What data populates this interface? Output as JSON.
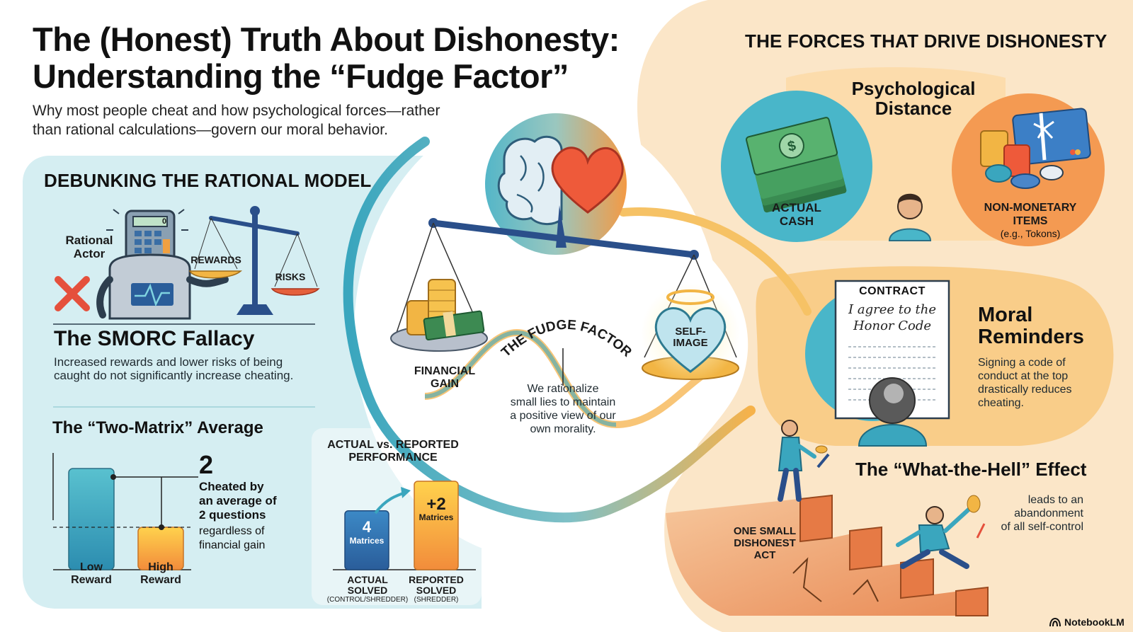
{
  "header": {
    "title_line1": "The (Honest) Truth About Dishonesty:",
    "title_line2": "Understanding the “Fudge Factor”",
    "subtitle_line1": "Why most people cheat and how psychological forces—rather",
    "subtitle_line2": "than rational calculations—govern our moral behavior."
  },
  "rational": {
    "section_title": "DEBUNKING THE RATIONAL MODEL",
    "actor_line1": "Rational",
    "actor_line2": "Actor",
    "calculator_display": "0",
    "rewards_label": "REWARDS",
    "risks_label": "RISKS",
    "fallacy_title": "The SMORC Fallacy",
    "fallacy_line1": "Increased rewards and lower risks of being",
    "fallacy_line2": "caught do not significantly increase cheating."
  },
  "two_matrix": {
    "title": "The “Two-Matrix” Average",
    "big_number": "2",
    "desc_bold1": "Cheated by",
    "desc_bold2": "an average of",
    "desc_bold3": "2 questions",
    "desc_line4": "regardless of",
    "desc_line5": "financial gain",
    "bar1_line1": "Low",
    "bar1_line2": "Reward",
    "bar2_line1": "High",
    "bar2_line2": "Reward"
  },
  "performance": {
    "title_line1": "ACTUAL vs. REPORTED",
    "title_line2": "PERFORMANCE",
    "actual_value": "4",
    "actual_unit": "Matrices",
    "reported_value": "+2",
    "reported_unit": "Matrices",
    "actual_l1": "ACTUAL",
    "actual_l2": "SOLVED",
    "actual_l3": "(CONTROL/SHREDDER)",
    "reported_l1": "REPORTED",
    "reported_l2": "SOLVED",
    "reported_l3": "(SHREDDER)"
  },
  "fudge": {
    "arc_text": "THE FUDGE FACTOR",
    "gain_line1": "FINANCIAL",
    "gain_line2": "GAIN",
    "self_line1": "SELF-",
    "self_line2": "IMAGE",
    "desc_line1": "We rationalize",
    "desc_line2": "small lies to maintain",
    "desc_line3": "a positive view of our",
    "desc_line4": "own morality."
  },
  "forces": {
    "section_title": "THE FORCES THAT DRIVE DISHONESTY",
    "distance_line1": "Psychological",
    "distance_line2": "Distance",
    "cash_line1": "ACTUAL",
    "cash_line2": "CASH",
    "nonmon_line1": "NON-MONETARY",
    "nonmon_line2": "ITEMS",
    "nonmon_line3": "(e.g., Tokons)"
  },
  "moral": {
    "contract_title": "CONTRACT",
    "contract_line1": "I agree to the",
    "contract_line2": "Honor Code",
    "title_line1": "Moral",
    "title_line2": "Reminders",
    "desc_line1": "Signing a code of",
    "desc_line2": "conduct at the top",
    "desc_line3": "drastically reduces",
    "desc_line4": "cheating."
  },
  "wth": {
    "title": "The “What-the-Hell” Effect",
    "desc_line1": "leads to an",
    "desc_line2": "abandonment",
    "desc_line3": "of all self-control",
    "act_line1": "ONE SMALL",
    "act_line2": "DISHONEST",
    "act_line3": "ACT"
  },
  "footer": {
    "brand": "NotebookLM"
  },
  "chart_data": [
    {
      "type": "bar",
      "categories": [
        "Low Reward",
        "High Reward"
      ],
      "values": [],
      "title": "The “Two-Matrix” Average",
      "xlabel": "",
      "ylabel": "",
      "annotations": [
        "2",
        "Cheated by an average of 2 questions regardless of financial gain"
      ]
    },
    {
      "type": "bar",
      "categories": [
        "ACTUAL SOLVED (CONTROL/SHREDDER)",
        "REPORTED SOLVED (SHREDDER)"
      ],
      "values": [
        4,
        6
      ],
      "data_labels": [
        "4 Matrices",
        "+2 Matrices"
      ],
      "title": "ACTUAL vs. REPORTED PERFORMANCE",
      "xlabel": "",
      "ylabel": ""
    }
  ],
  "colors": {
    "teal": "#3fa7c0",
    "teal_light": "#d6eef2",
    "orange": "#f0a040",
    "orange_light": "#fbe3c3",
    "red": "#e5503c",
    "navy": "#2a4f8a",
    "money_green": "#3d8a52",
    "gold": "#f2b544"
  },
  "icons": [
    "robot-calculator-icon",
    "red-x-icon",
    "balance-scale-icon",
    "brain-icon",
    "heart-icon",
    "money-stack-icon",
    "gold-coins-icon",
    "halo-heart-icon",
    "person-icon",
    "gift-card-icon",
    "chips-icon",
    "contract-icon",
    "stairs-icon",
    "falling-person-icon",
    "notebooklm-logo-icon"
  ]
}
